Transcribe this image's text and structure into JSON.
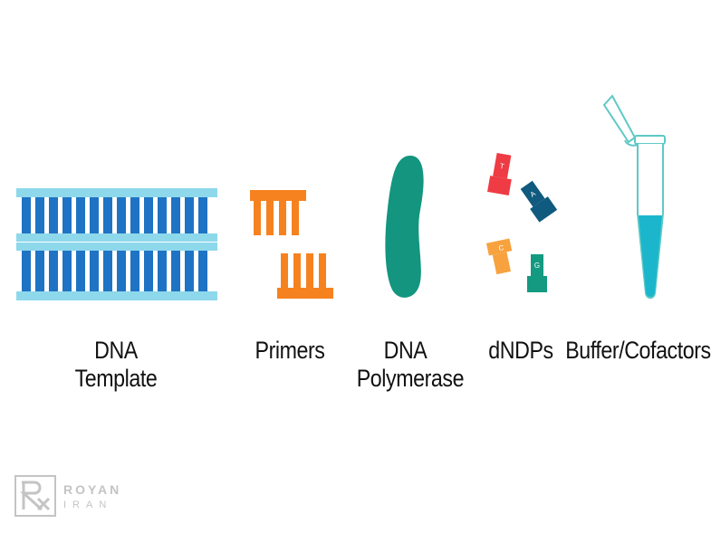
{
  "labels": {
    "template": [
      "DNA",
      "Template"
    ],
    "primers": [
      "Primers"
    ],
    "polymerase": [
      "DNA",
      "Polymerase"
    ],
    "dndps": [
      "dNDPs"
    ],
    "buffer": [
      "Buffer/Cofactors"
    ]
  },
  "nucleotides": {
    "t": "T",
    "a": "A",
    "c": "C",
    "g": "G"
  },
  "logo": {
    "top": "ROYAN",
    "bottom": "IRAN"
  },
  "colors": {
    "strand": "#8ed8ec",
    "base": "#1f73c4",
    "primer": "#f6821f",
    "polymerase": "#13957f",
    "tube_outline": "#5fc9c5",
    "tube_fill": "#1bb6cc",
    "nuc_t": "#ee3b44",
    "nuc_a": "#0f5a7e",
    "nuc_c": "#f7a23e",
    "nuc_g": "#139a80",
    "logo": "#c4c4c4"
  }
}
